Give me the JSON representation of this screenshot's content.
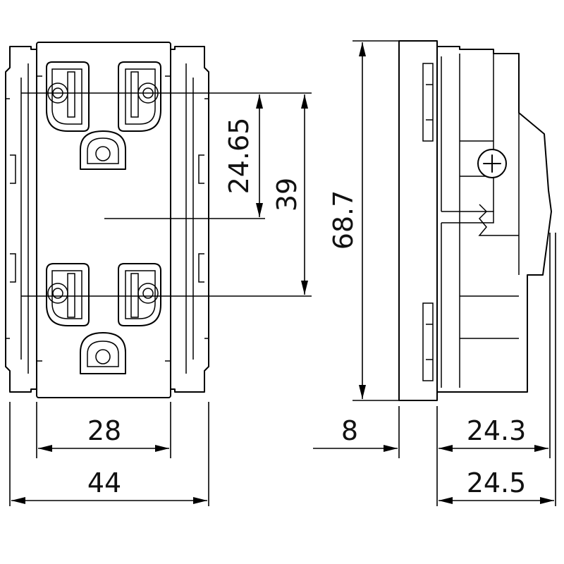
{
  "dimensions": {
    "slot_spacing": "24.65",
    "outlet_spacing": "39",
    "height": "68.7",
    "slot_width": "28",
    "width": "44",
    "plate_depth": "8",
    "body_depth": "24.3",
    "total_depth": "24.5"
  }
}
